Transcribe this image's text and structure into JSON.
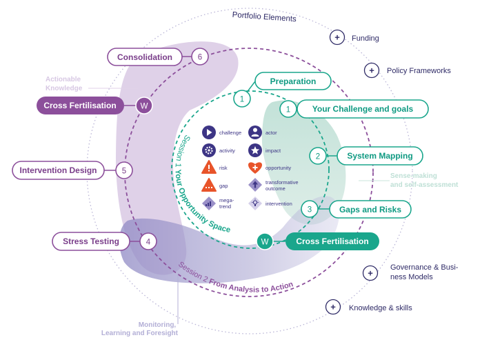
{
  "portfolio_title": "Portfolio Elements",
  "portfolio_elements": [
    {
      "label_lines": [
        "Funding"
      ]
    },
    {
      "label_lines": [
        "Policy Frameworks"
      ]
    },
    {
      "label_lines": [
        "Governance & Busi-",
        "ness Models"
      ]
    },
    {
      "label_lines": [
        "Knowledge & skills"
      ]
    }
  ],
  "session1_label": {
    "prefix": "Session 1 ",
    "bold": "Your Opportunity Space"
  },
  "session2_label": {
    "prefix": "Session 2 ",
    "bold": "From Analysis to Action"
  },
  "side_labels": {
    "actionable_knowledge": [
      "Actionable",
      "Knowledge"
    ],
    "sense_making": [
      "Sense-making",
      "and self-assessment"
    ],
    "monitoring": [
      "Monitoring,",
      "Learning and Foresight"
    ]
  },
  "session1_steps": [
    {
      "marker": "1",
      "label": "Preparation",
      "filled": false
    },
    {
      "marker": "1",
      "label": "Your Challenge and goals",
      "filled": false
    },
    {
      "marker": "2",
      "label": "System Mapping",
      "filled": false
    },
    {
      "marker": "3",
      "label": "Gaps and Risks",
      "filled": false
    },
    {
      "marker": "W",
      "label": "Cross Fertilisation",
      "filled": true
    }
  ],
  "session2_steps": [
    {
      "marker": "6",
      "label": "Consolidation",
      "filled": false
    },
    {
      "marker": "W",
      "label": "Cross Fertilisation",
      "filled": true
    },
    {
      "marker": "5",
      "label": "Intervention Design",
      "filled": false
    },
    {
      "marker": "4",
      "label": "Stress Testing",
      "filled": false
    }
  ],
  "legend": [
    {
      "label_lines": [
        "challenge"
      ],
      "icon": "play-icon",
      "color": "#3d3585"
    },
    {
      "label_lines": [
        "actor"
      ],
      "icon": "person-icon",
      "color": "#3d3585"
    },
    {
      "label_lines": [
        "activity"
      ],
      "icon": "gear-icon",
      "color": "#3d3585"
    },
    {
      "label_lines": [
        "impact"
      ],
      "icon": "star-icon",
      "color": "#3d3585"
    },
    {
      "label_lines": [
        "risk"
      ],
      "icon": "warning-icon",
      "color": "#e8542a"
    },
    {
      "label_lines": [
        "opportunity"
      ],
      "icon": "heart-plus-icon",
      "color": "#e8542a"
    },
    {
      "label_lines": [
        "gap"
      ],
      "icon": "gap-triangle-icon",
      "color": "#e8542a"
    },
    {
      "label_lines": [
        "transformative",
        "outcome"
      ],
      "icon": "diamond-arrow-icon",
      "color": "#9a90c8"
    },
    {
      "label_lines": [
        "mega-",
        "trend"
      ],
      "icon": "diamond-bars-icon",
      "color": "#9a90c8"
    },
    {
      "label_lines": [
        "intervention"
      ],
      "icon": "diamond-bulb-icon",
      "color": "#9a90c8"
    }
  ],
  "colors": {
    "purple": "#8c4f9b",
    "purple_dark": "#7a3e8a",
    "teal": "#1aa68c",
    "teal_dark": "#0f9a82",
    "navy": "#2e2a66",
    "legend_navy": "#3d3585",
    "legend_orange": "#e8542a",
    "legend_lavender": "#9a90c8",
    "blob_lavender": "#d9c9e4",
    "blob_mint": "#bfe0d6",
    "blob_blue": "#a9a5cf"
  }
}
